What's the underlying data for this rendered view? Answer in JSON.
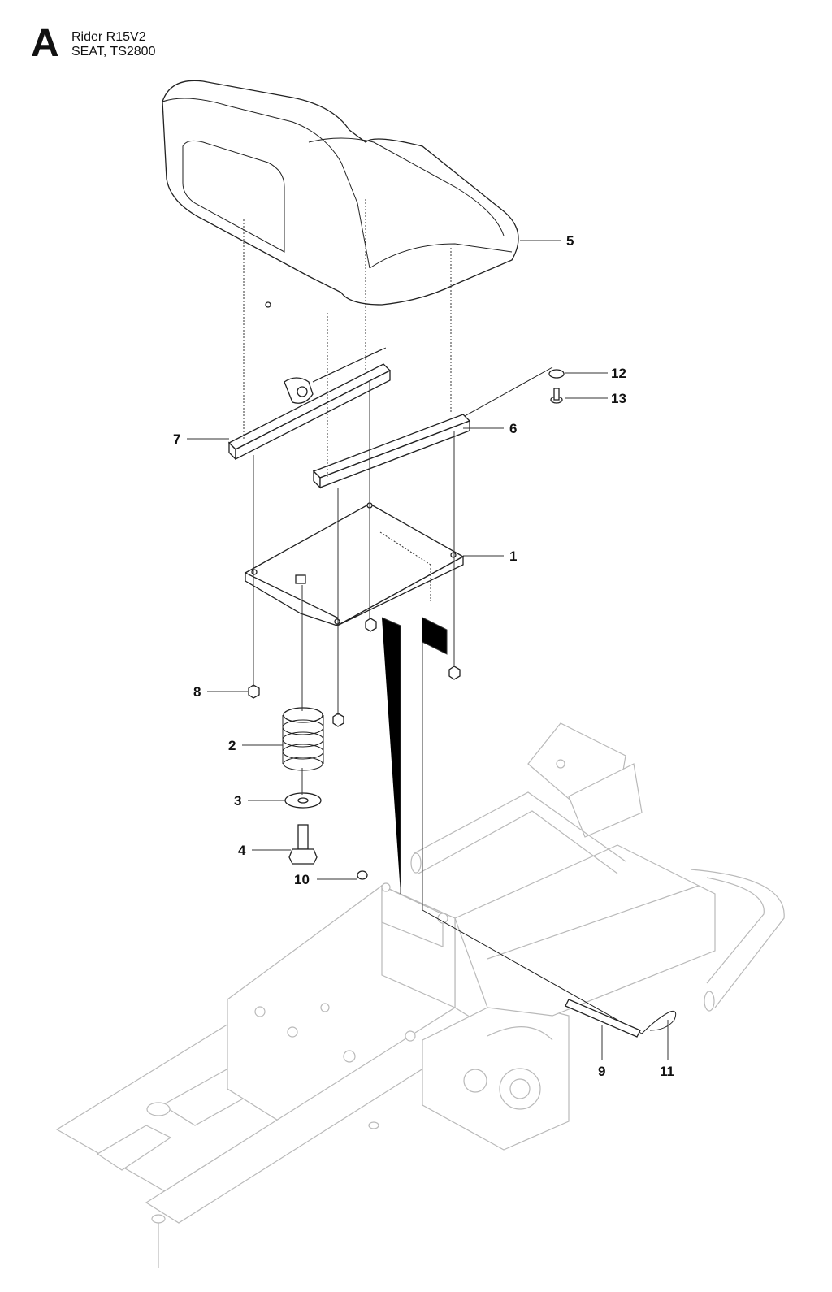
{
  "header": {
    "section_letter": "A",
    "model": "Rider R15V2",
    "assembly": "SEAT, TS2800"
  },
  "callouts": [
    {
      "id": "c1",
      "label": "1"
    },
    {
      "id": "c2",
      "label": "2"
    },
    {
      "id": "c3",
      "label": "3"
    },
    {
      "id": "c4",
      "label": "4"
    },
    {
      "id": "c5",
      "label": "5"
    },
    {
      "id": "c6",
      "label": "6"
    },
    {
      "id": "c7",
      "label": "7"
    },
    {
      "id": "c8",
      "label": "8"
    },
    {
      "id": "c9",
      "label": "9"
    },
    {
      "id": "c10",
      "label": "10"
    },
    {
      "id": "c11",
      "label": "11"
    },
    {
      "id": "c12",
      "label": "12"
    },
    {
      "id": "c13",
      "label": "13"
    }
  ]
}
